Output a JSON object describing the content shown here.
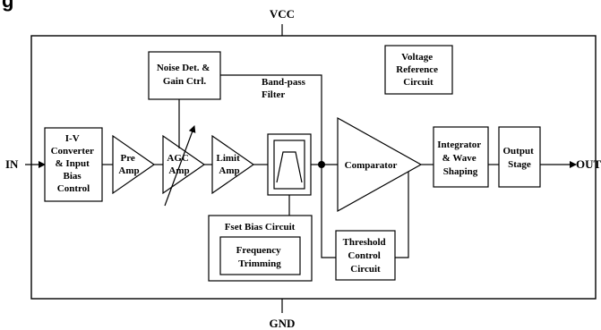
{
  "heading_fragment": "g",
  "pins": {
    "vcc": "VCC",
    "gnd": "GND",
    "in": "IN",
    "out": "OUT"
  },
  "blocks": {
    "iv_converter": [
      "I-V",
      "Converter",
      "& Input",
      "Bias",
      "Control"
    ],
    "pre_amp": [
      "Pre",
      "Amp"
    ],
    "agc_amp": [
      "AGC",
      "Amp"
    ],
    "limit_amp": [
      "Limit",
      "Amp"
    ],
    "noise_det": [
      "Noise Det. &",
      "Gain Ctrl."
    ],
    "bandpass_filter": [
      "Band-pass",
      "Filter"
    ],
    "fset_bias": [
      "Fset Bias Circuit"
    ],
    "freq_trimming": [
      "Frequency",
      "Trimming"
    ],
    "comparator": [
      "Comparator"
    ],
    "threshold": [
      "Threshold",
      "Control",
      "Circuit"
    ],
    "integrator": [
      "Integrator",
      "& Wave",
      "Shaping"
    ],
    "output_stage": [
      "Output",
      "Stage"
    ],
    "voltage_ref": [
      "Voltage",
      "Reference",
      "Circuit"
    ]
  }
}
